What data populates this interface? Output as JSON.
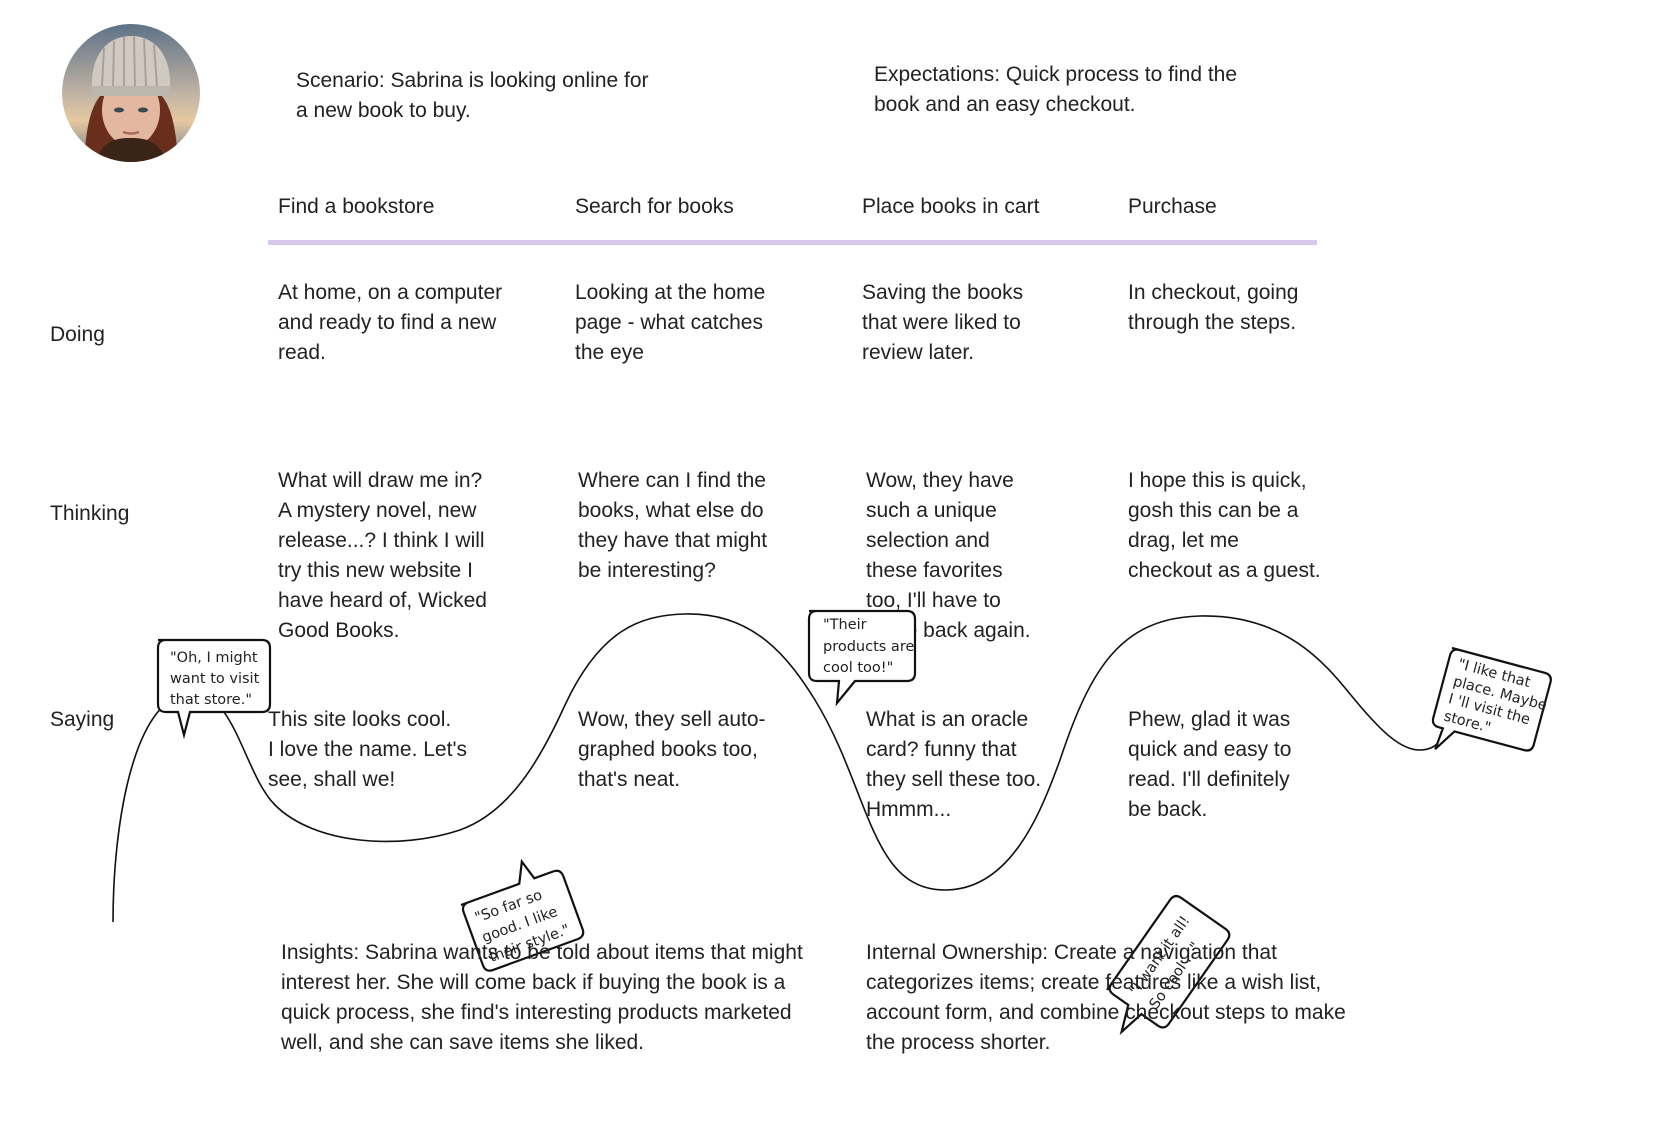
{
  "scenario": "Scenario: Sabrina is looking online for\na new book to buy.",
  "expectations": "Expectations: Quick process to find the\nbook and an easy checkout.",
  "stages": [
    "Find a bookstore",
    "Search for books",
    "Place books in cart",
    "Purchase"
  ],
  "rows": {
    "doing": {
      "label": "Doing",
      "cells": [
        "At home, on a computer\nand ready to find a new\nread.",
        "Looking at the home\npage - what catches\nthe eye",
        "Saving the books\nthat were liked to\nreview later.",
        "In checkout, going\nthrough the steps."
      ]
    },
    "thinking": {
      "label": "Thinking",
      "cells": [
        "What will draw me in?\nA mystery novel, new\nrelease...? I think I will\ntry this new website I\nhave heard of, Wicked\nGood Books.",
        "Where can I find the\nbooks, what else do\nthey have that might\nbe interesting?",
        "Wow, they have\nsuch a unique\nselection and\nthese favorites\ntoo, I'll have to\ncome back again.",
        "I hope this is quick,\ngosh this can be a\ndrag, let me\ncheckout as a guest."
      ]
    },
    "saying": {
      "label": "Saying",
      "cells": [
        "This site looks cool.\nI love the name. Let's\nsee, shall we!",
        "Wow, they sell auto-\ngraphed books too,\nthat's neat.",
        "What is an oracle\ncard? funny that\nthey sell these too.\nHmmm...",
        "Phew, glad it was\nquick and easy to\nread. I'll definitely\nbe back."
      ]
    }
  },
  "bubbles": [
    [
      "\"Oh, I might",
      "want to visit",
      "that store.\""
    ],
    [
      "\"So far so",
      "good. I like",
      "their style.\""
    ],
    [
      "\"Their",
      "products are",
      "cool too!\""
    ],
    [
      "\"I want it all!",
      "So cool ...\""
    ],
    [
      "\"I like that",
      "place. Maybe",
      "I 'll visit the",
      "store.\""
    ]
  ],
  "insights": "Insights: Sabrina wants to be told about items that might\ninterest her. She will come back if buying the book is a\nquick process, she find's interesting products marketed\nwell, and she can save items she liked.",
  "ownership": "Internal Ownership: Create a navigation that\ncategorizes items; create features like a wish list,\naccount form, and combine checkout steps to make\nthe process shorter.",
  "colors": {
    "stage_divider": "#d9c8ee",
    "text": "#222222",
    "curve": "#111111"
  }
}
